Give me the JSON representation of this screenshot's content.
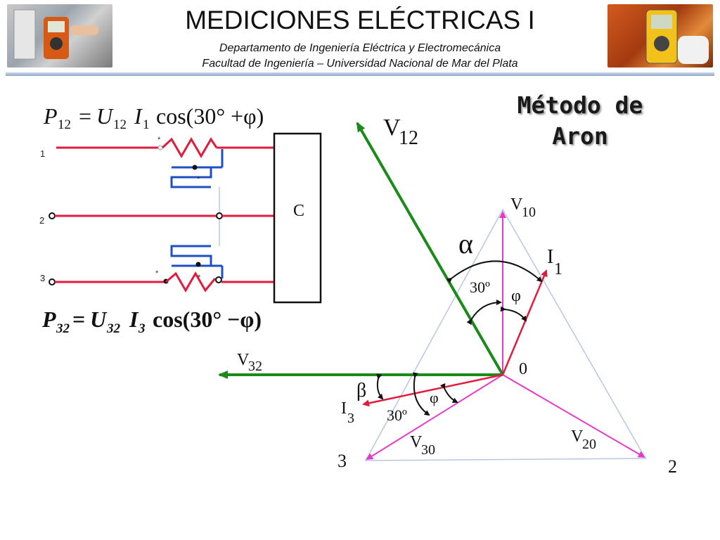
{
  "header": {
    "title": "MEDICIONES ELÉCTRICAS I",
    "dept": "Departamento de Ingeniería Eléctrica y Electromecánica",
    "faculty": "Facultad de Ingeniería – Universidad Nacional de Mar del Plata",
    "left_image": "photo-multimeter-panel",
    "right_image": "photo-multimeter-motor"
  },
  "method_title": "Método de Aron",
  "formulas": {
    "p12": {
      "lhs": "P",
      "lhs_sub": "12",
      "u": "U",
      "u_sub": "12",
      "i": "I",
      "i_sub": "1",
      "rest": "cos(30° +φ)"
    },
    "p32": {
      "lhs": "P",
      "lhs_sub": "32",
      "u": "U",
      "u_sub": "32",
      "i": "I",
      "i_sub": "3",
      "rest": "cos(30° −φ)"
    }
  },
  "circuit": {
    "line_labels": [
      "1",
      "2",
      "3"
    ],
    "load_label": "C",
    "polarity_mark": "*"
  },
  "phasor": {
    "v12": {
      "main": "V",
      "sub": "12"
    },
    "v10": {
      "main": "V",
      "sub": "10"
    },
    "v20": {
      "main": "V",
      "sub": "20"
    },
    "v30": {
      "main": "V",
      "sub": "30"
    },
    "v32": {
      "main": "V",
      "sub": "32"
    },
    "i1": {
      "main": "I",
      "sub": "1"
    },
    "i3": {
      "main": "I",
      "sub": "3"
    },
    "alpha": "α",
    "beta": "β",
    "phi": "φ",
    "angle30": "30º",
    "origin": "0",
    "vertex2": "2",
    "vertex3": "3"
  },
  "colors": {
    "red": "#e21b3c",
    "blue": "#1f4fc4",
    "green": "#1a8a1a",
    "magenta": "#e838c8",
    "triangle": "#b8c6e6"
  }
}
